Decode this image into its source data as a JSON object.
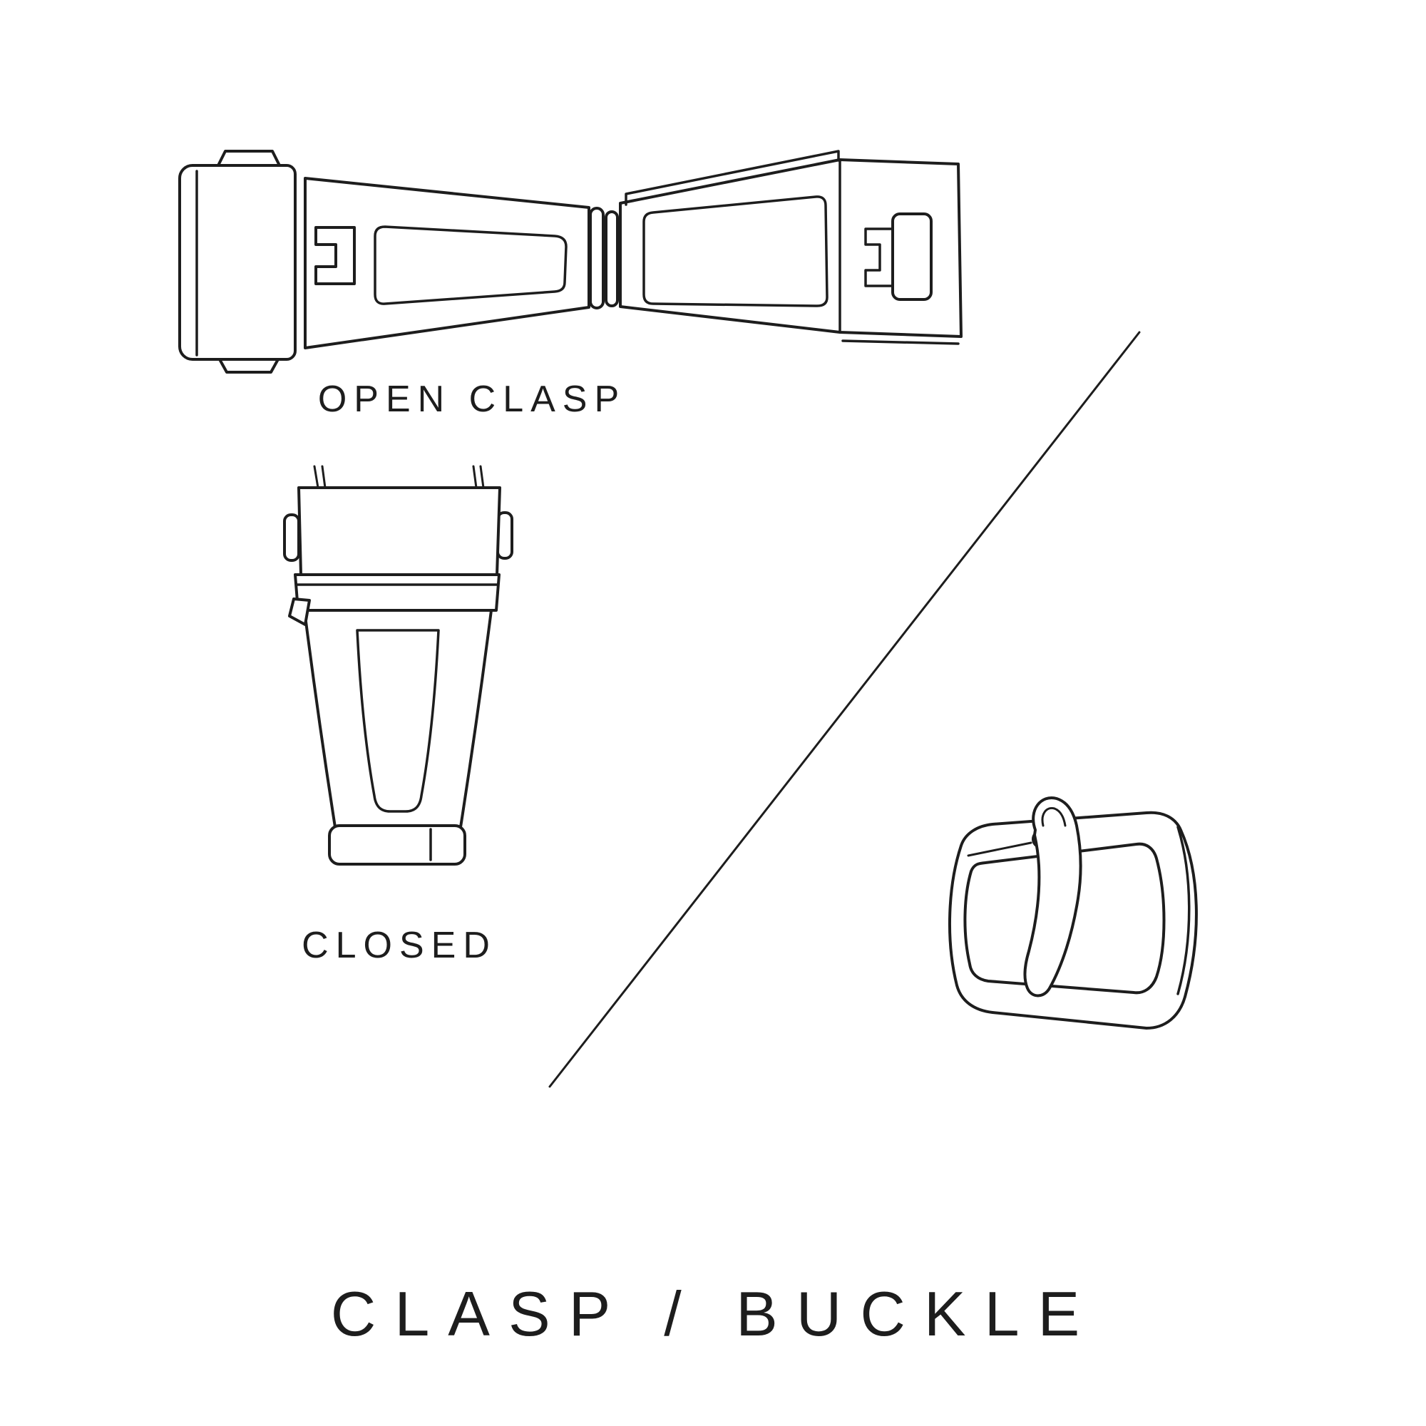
{
  "page": {
    "background": "#ffffff",
    "line_color": "#1d1d1d"
  },
  "labels": {
    "open_clasp": "OPEN CLASP",
    "closed": "CLOSED",
    "title": "CLASP / BUCKLE"
  },
  "illustrations": {
    "open_clasp": {
      "name": "open-clasp-drawing",
      "caption": "OPEN CLASP"
    },
    "closed_clasp": {
      "name": "closed-clasp-drawing",
      "caption": "CLOSED"
    },
    "buckle": {
      "name": "buckle-drawing",
      "caption": ""
    },
    "divider": {
      "name": "diagonal-divider-line"
    }
  }
}
